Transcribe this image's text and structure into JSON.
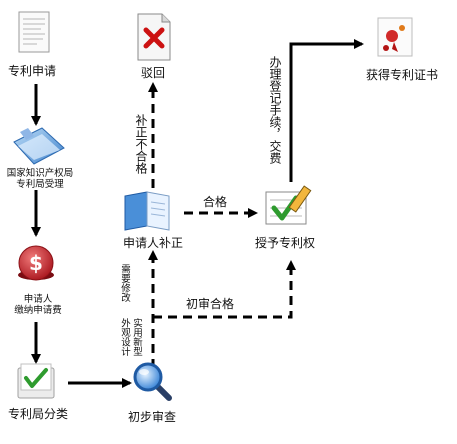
{
  "nodes": {
    "apply": "专利申请",
    "accept": "国家知识产权局专利局受理",
    "accept_line1": "国家知识产权局",
    "accept_line2": "专利局受理",
    "fee_line1": "申请人",
    "fee_line2": "缴纳申请费",
    "classify": "专利局分类",
    "prelim": "初步审查",
    "amend": "申请人补正",
    "reject": "驳回",
    "grant": "授予专利权",
    "certificate": "获得专利证书"
  },
  "edges": {
    "amend_to_reject": "补正不合格",
    "amend_to_grant": "合格",
    "prelim_to_grant": "初审合格",
    "prelim_to_amend_1": "需要修改",
    "prelim_to_amend_2": "实用新型",
    "prelim_to_amend_3": "外观设计",
    "grant_to_cert": "办理登记手续，交费"
  },
  "colors": {
    "arrow": "#000000",
    "reject_mark": "#cc1111",
    "fee_icon": "#c8232a",
    "check": "#2e9b2e",
    "doc_blue": "#6aa8e0",
    "magnifier": "#2a6fc4"
  },
  "icons": [
    "document-icon",
    "blue-folder-icon",
    "dollar-coin-icon",
    "folder-check-icon",
    "magnifier-icon",
    "open-book-icon",
    "reject-document-icon",
    "checklist-icon",
    "certificate-icon"
  ]
}
